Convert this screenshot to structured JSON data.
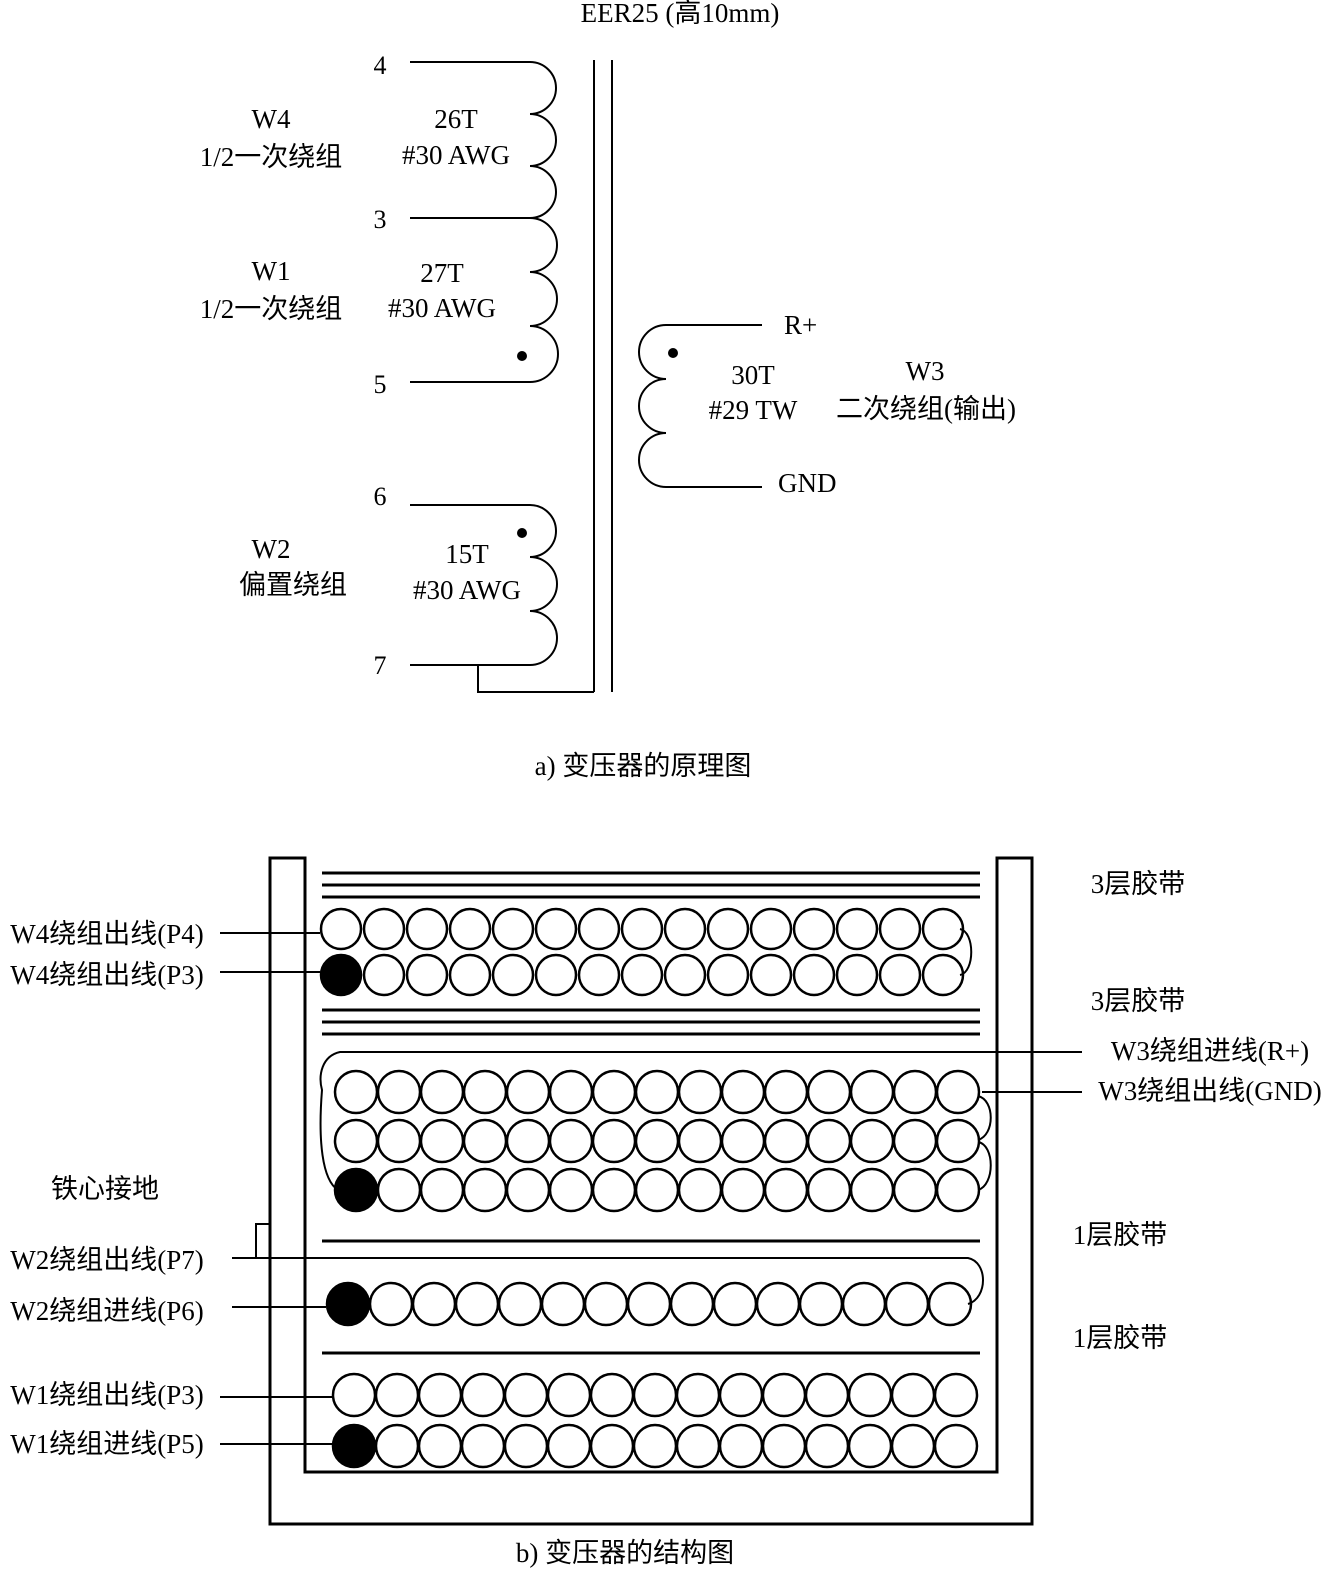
{
  "schematic": {
    "core_title": "EER25 (高10mm)",
    "caption": "a) 变压器的原理图",
    "pins": {
      "p4": "4",
      "p3": "3",
      "p5": "5",
      "p6": "6",
      "p7": "7"
    },
    "w4": {
      "name": "W4",
      "desc": "1/2一次绕组",
      "turns": "26T",
      "wire": "#30 AWG"
    },
    "w1": {
      "name": "W1",
      "desc": "1/2一次绕组",
      "turns": "27T",
      "wire": "#30 AWG"
    },
    "w2": {
      "name": "W2",
      "desc": "偏置绕组",
      "turns": "15T",
      "wire": "#30 AWG"
    },
    "w3": {
      "name": "W3",
      "desc": "二次绕组(输出)",
      "turns": "30T",
      "wire": "#29 TW",
      "top_terminal": "R+",
      "bottom_terminal": "GND"
    }
  },
  "structure": {
    "caption": "b) 变压器的结构图",
    "tape_labels": {
      "top": "3层胶带",
      "upper_mid": "3层胶带",
      "lower_mid": "1层胶带",
      "bottom": "1层胶带"
    },
    "left_labels": {
      "w4_out_p4": "W4绕组出线(P4)",
      "w4_out_p3": "W4绕组出线(P3)",
      "core_ground": "铁心接地",
      "w2_out": "W2绕组出线(P7)",
      "w2_in": "W2绕组进线(P6)",
      "w1_out": "W1绕组出线(P3)",
      "w1_in": "W1绕组进线(P5)"
    },
    "right_labels": {
      "w3_in": "W3绕组进线(R+)",
      "w3_out": "W3绕组出线(GND)"
    }
  }
}
